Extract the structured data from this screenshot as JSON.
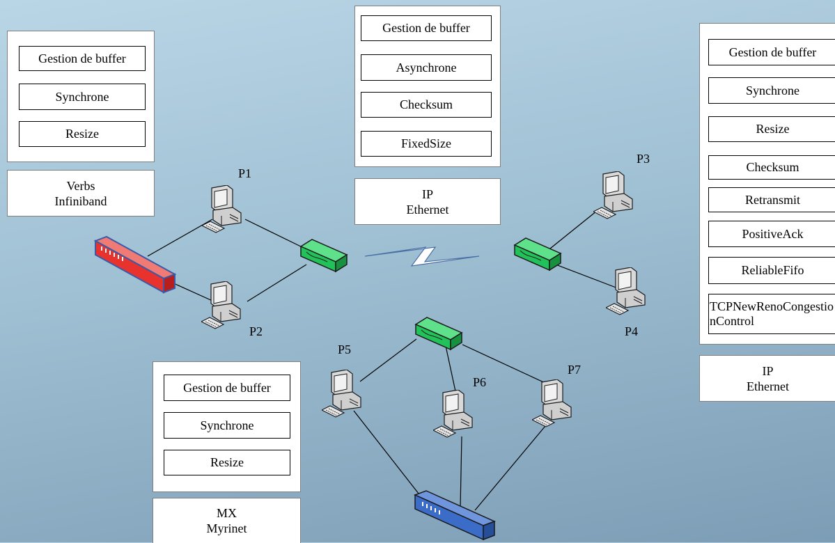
{
  "nodes": {
    "p1": "P1",
    "p2": "P2",
    "p3": "P3",
    "p4": "P4",
    "p5": "P5",
    "p6": "P6",
    "p7": "P7"
  },
  "stacks": {
    "infiniband": {
      "layers": [
        "Gestion de buffer",
        "Synchrone",
        "Resize"
      ],
      "driver": "Verbs",
      "network": "Infiniband"
    },
    "ethernet_top": {
      "layers": [
        "Gestion de buffer",
        "Asynchrone",
        "Checksum",
        "FixedSize"
      ],
      "driver": "IP",
      "network": "Ethernet"
    },
    "ethernet_right": {
      "layers": [
        "Gestion de buffer",
        "Synchrone",
        "Resize",
        "Checksum",
        "Retransmit",
        "PositiveAck",
        "ReliableFifo",
        "TCPNewRenoCongestionControl"
      ],
      "driver": "IP",
      "network": "Ethernet"
    },
    "myrinet": {
      "layers": [
        "Gestion de buffer",
        "Synchrone",
        "Resize"
      ],
      "driver": "MX",
      "network": "Myrinet"
    }
  },
  "colors": {
    "infiniband_switch": "#e8322e",
    "ethernet_switch": "#22c25a",
    "myrinet_switch": "#3a6cc8",
    "link": "#000000"
  },
  "icons": {
    "computer": "desktop-computer-icon",
    "switch": "network-switch-icon",
    "router": "router-icon",
    "wan": "lightning-link-icon"
  }
}
